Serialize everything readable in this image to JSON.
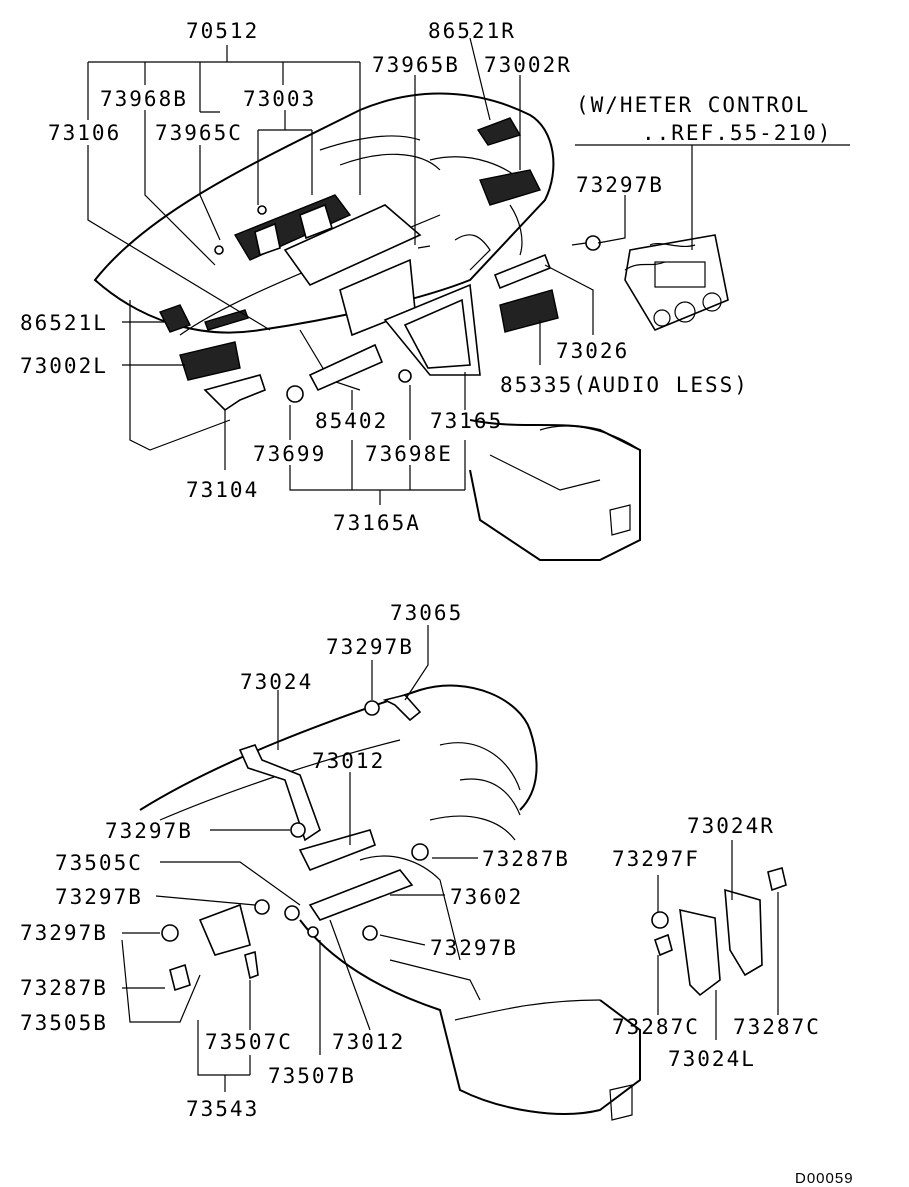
{
  "diagram_id": "D00059",
  "top": {
    "labels": [
      {
        "id": "p70512",
        "text": "70512"
      },
      {
        "id": "p86521R",
        "text": "86521R"
      },
      {
        "id": "p73965B",
        "text": "73965B"
      },
      {
        "id": "p73002R",
        "text": "73002R"
      },
      {
        "id": "p73968B",
        "text": "73968B"
      },
      {
        "id": "p73003",
        "text": "73003"
      },
      {
        "id": "p73106",
        "text": "73106"
      },
      {
        "id": "p73965C",
        "text": "73965C"
      },
      {
        "id": "p73297B_top",
        "text": "73297B"
      },
      {
        "id": "p86521L",
        "text": "86521L"
      },
      {
        "id": "p73002L",
        "text": "73002L"
      },
      {
        "id": "p73026",
        "text": "73026"
      },
      {
        "id": "p85335",
        "text": "85335(AUDIO LESS)"
      },
      {
        "id": "p85402",
        "text": "85402"
      },
      {
        "id": "p73165",
        "text": "73165"
      },
      {
        "id": "p73699",
        "text": "73699"
      },
      {
        "id": "p73698E",
        "text": "73698E"
      },
      {
        "id": "p73104",
        "text": "73104"
      },
      {
        "id": "p73165A",
        "text": "73165A"
      }
    ],
    "note_line1": "(W/HETER CONTROL",
    "note_line2": "..REF.55-210)"
  },
  "bottom": {
    "labels": [
      {
        "id": "p73065",
        "text": "73065"
      },
      {
        "id": "p73297B_1",
        "text": "73297B"
      },
      {
        "id": "p73024",
        "text": "73024"
      },
      {
        "id": "p73012_top",
        "text": "73012"
      },
      {
        "id": "p73297B_2",
        "text": "73297B"
      },
      {
        "id": "p73505C",
        "text": "73505C"
      },
      {
        "id": "p73287B_r",
        "text": "73287B"
      },
      {
        "id": "p73297B_3",
        "text": "73297B"
      },
      {
        "id": "p73602",
        "text": "73602"
      },
      {
        "id": "p73297B_4",
        "text": "73297B"
      },
      {
        "id": "p73297B_5",
        "text": "73297B"
      },
      {
        "id": "p73287B_l",
        "text": "73287B"
      },
      {
        "id": "p73505B",
        "text": "73505B"
      },
      {
        "id": "p73507C",
        "text": "73507C"
      },
      {
        "id": "p73012_bot",
        "text": "73012"
      },
      {
        "id": "p73507B",
        "text": "73507B"
      },
      {
        "id": "p73543",
        "text": "73543"
      },
      {
        "id": "p73024R",
        "text": "73024R"
      },
      {
        "id": "p73297F",
        "text": "73297F"
      },
      {
        "id": "p73287C_1",
        "text": "73287C"
      },
      {
        "id": "p73287C_2",
        "text": "73287C"
      },
      {
        "id": "p73024L",
        "text": "73024L"
      }
    ]
  }
}
